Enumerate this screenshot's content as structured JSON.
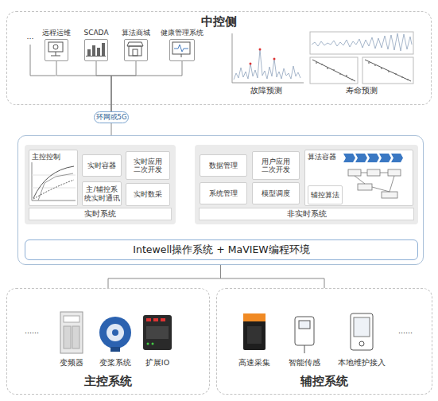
{
  "diagram": {
    "nodes": [
      {
        "text": [
          "中控侧"
        ]
      },
      {
        "text": [
          "远程运维"
        ],
        "in": 0
      },
      {
        "text": [
          "SCADA"
        ],
        "in": 0
      },
      {
        "text": [
          "算法商城"
        ],
        "in": 0
      },
      {
        "text": [
          "健康管理系统"
        ],
        "in": 0
      },
      {
        "text": [
          "环网或5G"
        ]
      },
      {
        "text": []
      },
      {
        "text": [
          "实时系统"
        ],
        "in": 6
      },
      {
        "text": [
          "主控控制"
        ],
        "in": 7
      },
      {
        "text": [
          "实时容器"
        ],
        "in": 7
      },
      {
        "text": [
          "实时应用二次开发"
        ],
        "in": 7
      },
      {
        "text": [
          "主/辅控系统实时通讯"
        ],
        "in": 7
      },
      {
        "text": [
          "实时数采"
        ],
        "in": 7
      },
      {
        "text": [
          "非实时系统"
        ],
        "in": 6
      },
      {
        "text": [
          "数据管理"
        ],
        "in": 13
      },
      {
        "text": [
          "用户应用二次开发"
        ],
        "in": 13
      },
      {
        "text": [
          "算法容器"
        ],
        "in": 13
      },
      {
        "text": [
          "系统管理"
        ],
        "in": 13
      },
      {
        "text": [
          "模型调度"
        ],
        "in": 13
      },
      {
        "text": [
          "辅控算法"
        ],
        "in": 16
      },
      {
        "text": [
          "Intewell操作系统 + MaVIEW编程环境"
        ],
        "in": 6
      },
      {
        "text": [
          "主控系统"
        ]
      },
      {
        "text": [
          "辅控系统"
        ]
      }
    ],
    "edges": [
      {
        "from": 1,
        "to": 5,
        "arrow": "none"
      },
      {
        "from": 2,
        "to": 5,
        "arrow": "none"
      },
      {
        "from": 3,
        "to": 5,
        "arrow": "none"
      },
      {
        "from": 4,
        "to": 5,
        "arrow": "none"
      },
      {
        "from": 5,
        "to": 6,
        "arrow": "none"
      },
      {
        "from": 6,
        "to": 21,
        "arrow": "none"
      },
      {
        "from": 6,
        "to": 22,
        "arrow": "none"
      }
    ],
    "labels": [
      "...",
      "故障预测",
      "寿命预测",
      "......",
      "变频器",
      "变桨系统",
      "扩展IO",
      "高速采集",
      "智能传感",
      "本地维护接入",
      "......"
    ]
  }
}
